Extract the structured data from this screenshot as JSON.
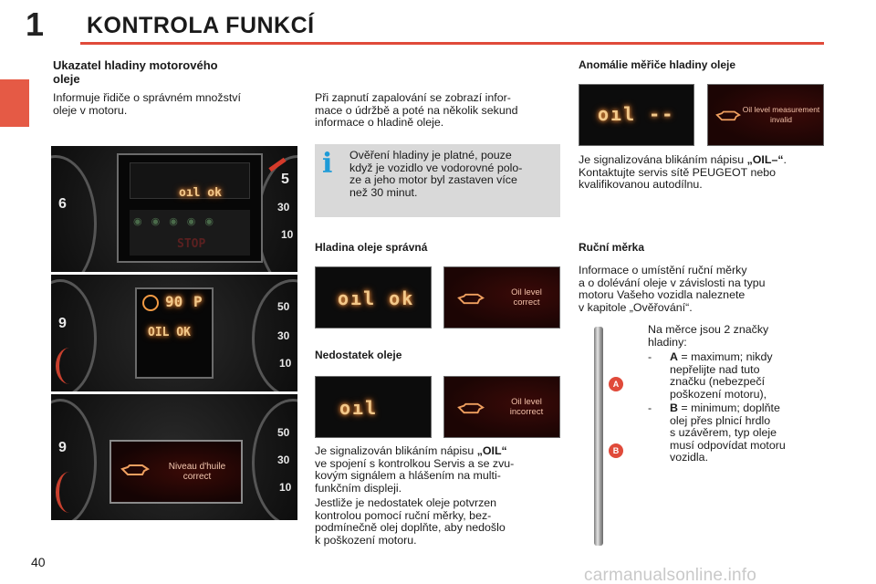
{
  "header": {
    "chapter_number": "1",
    "chapter_title": "KONTROLA FUNKCÍ"
  },
  "page_number": "40",
  "watermark": "carmanualsonline.info",
  "left_section": {
    "title_line1": "Ukazatel hladiny motorového",
    "title_line2": "oleje",
    "intro_line1": "Informuje řidiče o správném množství",
    "intro_line2": "oleje v motoru."
  },
  "middle_section": {
    "p1_line1": "Při zapnutí zapalování se zobrazí infor-",
    "p1_line2": "mace o údržbě a poté na několik sekund",
    "p1_line3": "informace o hladině oleje.",
    "info_icon": "i",
    "info_line1": "Ověření hladiny je platné, pouze",
    "info_line2": "když je vozidlo ve vodorovné polo-",
    "info_line3": "ze a jeho motor byl zastaven více",
    "info_line4": "než 30 minut.",
    "level_ok_title": "Hladina oleje správná",
    "level_low_title": "Nedostatek oleje",
    "low_p1_line1_pre": "Je signalizován blikáním nápisu ",
    "low_p1_line1_bold": "„OIL“",
    "low_p1_line2": "ve spojení s kontrolkou Servis a se zvu-",
    "low_p1_line3": "kovým signálem a hlášením na multi-",
    "low_p1_line4": "funkčním displeji.",
    "low_p2_line1": "Jestliže je nedostatek oleje potvrzen",
    "low_p2_line2": "kontrolou pomocí ruční měrky, bez-",
    "low_p2_line3": "podmínečně olej doplňte, aby nedošlo",
    "low_p2_line4": "k poškození motoru."
  },
  "right_section": {
    "anomaly_title": "Anomálie měřiče hladiny oleje",
    "anomaly_line1_pre": "Je signalizována blikáním nápisu ",
    "anomaly_line1_bold": "„OIL–“",
    "anomaly_line1_post": ".",
    "anomaly_line2": "Kontaktujte servis sítě PEUGEOT nebo",
    "anomaly_line3": "kvalifikovanou autodílnu.",
    "dipstick_title": "Ruční měrka",
    "dip_line1": "Informace o umístění ruční měrky",
    "dip_line2": "a o dolévání oleje v závislosti na typu",
    "dip_line3": "motoru Vašeho vozidla naleznete",
    "dip_line4": "v kapitole „Ověřování“.",
    "marks_line1": "Na měrce jsou 2 značky",
    "marks_line2": "hladiny:",
    "mark_a_dash": "-",
    "mark_a_letter": "A",
    "mark_a_line1": " = maximum; nikdy",
    "mark_a_line2": "nepřelijte nad tuto",
    "mark_a_line3": "značku (nebezpečí",
    "mark_a_line4": "poškození motoru),",
    "mark_b_dash": "-",
    "mark_b_letter": "B",
    "mark_b_line1": " = minimum; doplňte",
    "mark_b_line2": "olej přes plnicí hrdlo",
    "mark_b_line3": "s uzávěrem, typ oleje",
    "mark_b_line4": "musí odpovídat motoru",
    "mark_b_line5": "vozidla."
  },
  "displays": {
    "ok_segment": "oıl ok",
    "ok_label_line1": "Oil level",
    "ok_label_line2": "correct",
    "low_segment": "oıl",
    "low_label_line1": "Oil level",
    "low_label_line2": "incorrect",
    "anomaly_segment": "oıl --",
    "anomaly_label_line1": "Oil level measurement",
    "anomaly_label_line2": "invalid",
    "dipstick_mark_a": "A",
    "dipstick_mark_b": "B"
  },
  "clusters": {
    "top_screen_text": "oıl ok",
    "top_stop": "STOP",
    "top_dial_left": "6",
    "top_dial_right_1": "5",
    "top_dial_right_2": "30",
    "top_dial_right_3": "10",
    "mid_speed": "90",
    "mid_gear": "P",
    "mid_oil_text": "OIL OK",
    "mid_dial_left": "9",
    "mid_dial_right_1": "50",
    "mid_dial_right_2": "30",
    "mid_dial_right_3": "10",
    "bottom_msg_line1": "Niveau d'huile",
    "bottom_msg_line2": "correct",
    "bottom_dial_left": "9",
    "bottom_dial_right_1": "50",
    "bottom_dial_right_2": "30",
    "bottom_dial_right_3": "10"
  },
  "colors": {
    "accent_red": "#e04a3a",
    "info_blue": "#1e9bd7",
    "info_box_bg": "#d9d9d9",
    "segment_amber": "#f2c88a"
  }
}
